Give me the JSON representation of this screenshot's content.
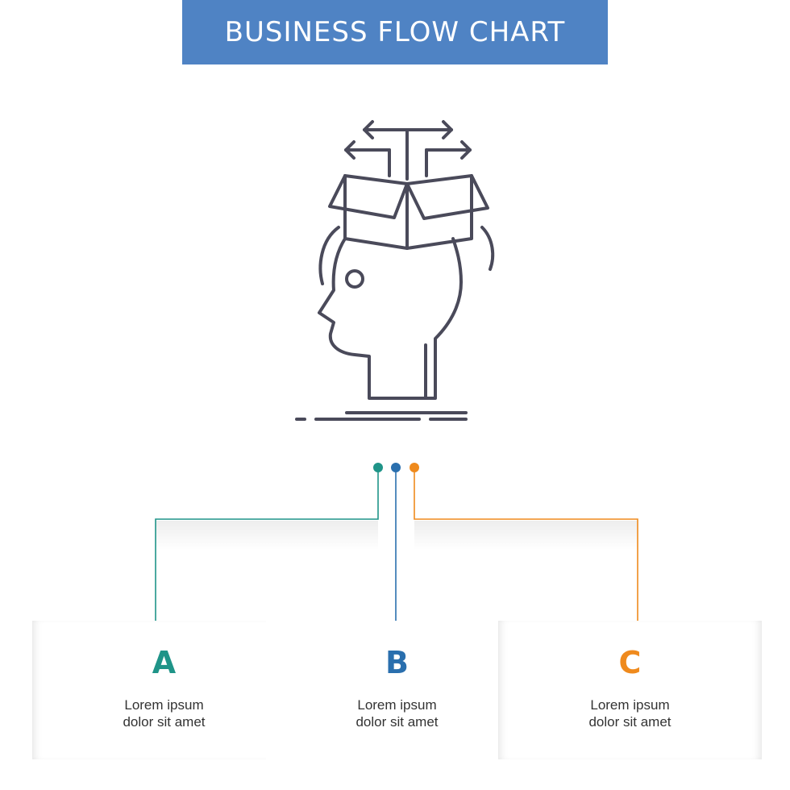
{
  "header": {
    "title": "BUSINESS FLOW CHART"
  },
  "illustration": {
    "icon": "head-box-arrows-icon"
  },
  "colors": {
    "title_bg": "#4f83c4",
    "title_text": "#ffffff",
    "icon_stroke": "#4a4a5a",
    "branch_a": "#1f9488",
    "branch_b": "#2a6fae",
    "branch_c": "#ef8a1d"
  },
  "branches": [
    {
      "letter": "A",
      "line1": "Lorem ipsum",
      "line2": "dolor sit amet",
      "color": "#1f9488"
    },
    {
      "letter": "B",
      "line1": "Lorem ipsum",
      "line2": "dolor sit amet",
      "color": "#2a6fae"
    },
    {
      "letter": "C",
      "line1": "Lorem ipsum",
      "line2": "dolor sit amet",
      "color": "#ef8a1d"
    }
  ]
}
